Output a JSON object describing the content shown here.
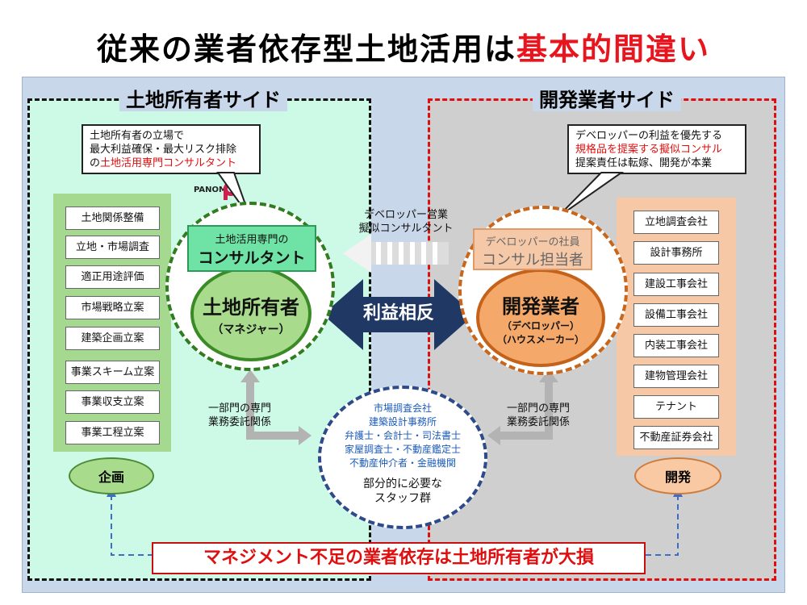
{
  "title_main": "従来の業者依存型土地活用は",
  "title_highlight": "基本的間違い",
  "left_title": "土地所有者サイド",
  "right_title": "開発業者サイド",
  "left_callout": {
    "line1": "土地所有者の立場で",
    "line2": "最大利益確保・最大リスク排除",
    "line3_pre": "の",
    "line3_red": "土地活用専門コンサルタント"
  },
  "right_callout": {
    "line1": "デベロッパーの利益を優先する",
    "line2_red": "規格品を提案する擬似コンサル",
    "line3": "提案責任は転嫁、開発が本業"
  },
  "logo_text": "PANOMI",
  "left_items": [
    "土地関係整備",
    "立地・市場調査",
    "適正用途評価",
    "市場戦略立案",
    "建築企画立案",
    "事業スキーム立案",
    "事業収支立案",
    "事業工程立案"
  ],
  "right_items": [
    "立地調査会社",
    "設計事務所",
    "建設工事会社",
    "設備工事会社",
    "内装工事会社",
    "建物管理会社",
    "テナント",
    "不動産証券会社"
  ],
  "consultant_box": {
    "line1": "土地活用専門の",
    "line2": "コンサルタント"
  },
  "owner": {
    "name": "土地所有者",
    "sub": "（マネジャー）"
  },
  "developer_staff_box": {
    "line1": "デベロッパーの社員",
    "line2": "コンサル担当者"
  },
  "developer": {
    "name": "開発業者",
    "sub1": "（デベロッパー）",
    "sub2": "（ハウスメーカー）"
  },
  "arrow_label": "利益相反",
  "pseudo_label": {
    "line1": "デベロッパー営業",
    "line2": "擬似コンサルタント"
  },
  "outsource_left": {
    "line1": "一部門の専門",
    "line2": "業務委託関係"
  },
  "outsource_right": {
    "line1": "一部門の専門",
    "line2": "業務委託関係"
  },
  "staff_lines": [
    "市場調査会社",
    "建築設計事務所",
    "弁護士・会計士・司法書士",
    "家屋調査士・不動産鑑定士",
    "不動産仲介者・金融機関"
  ],
  "staff_footer": {
    "line1": "部分的に必要な",
    "line2": "スタッフ群"
  },
  "plan_label": "企画",
  "dev_label": "開発",
  "bottom_banner": "マネジメント不足の業者依存は土地所有者が大損",
  "colors": {
    "accent_red": "#e00f0f",
    "owner_green": "#a8dc8c",
    "developer_orange": "#f4a86a",
    "conflict_navy": "#1f3864"
  }
}
